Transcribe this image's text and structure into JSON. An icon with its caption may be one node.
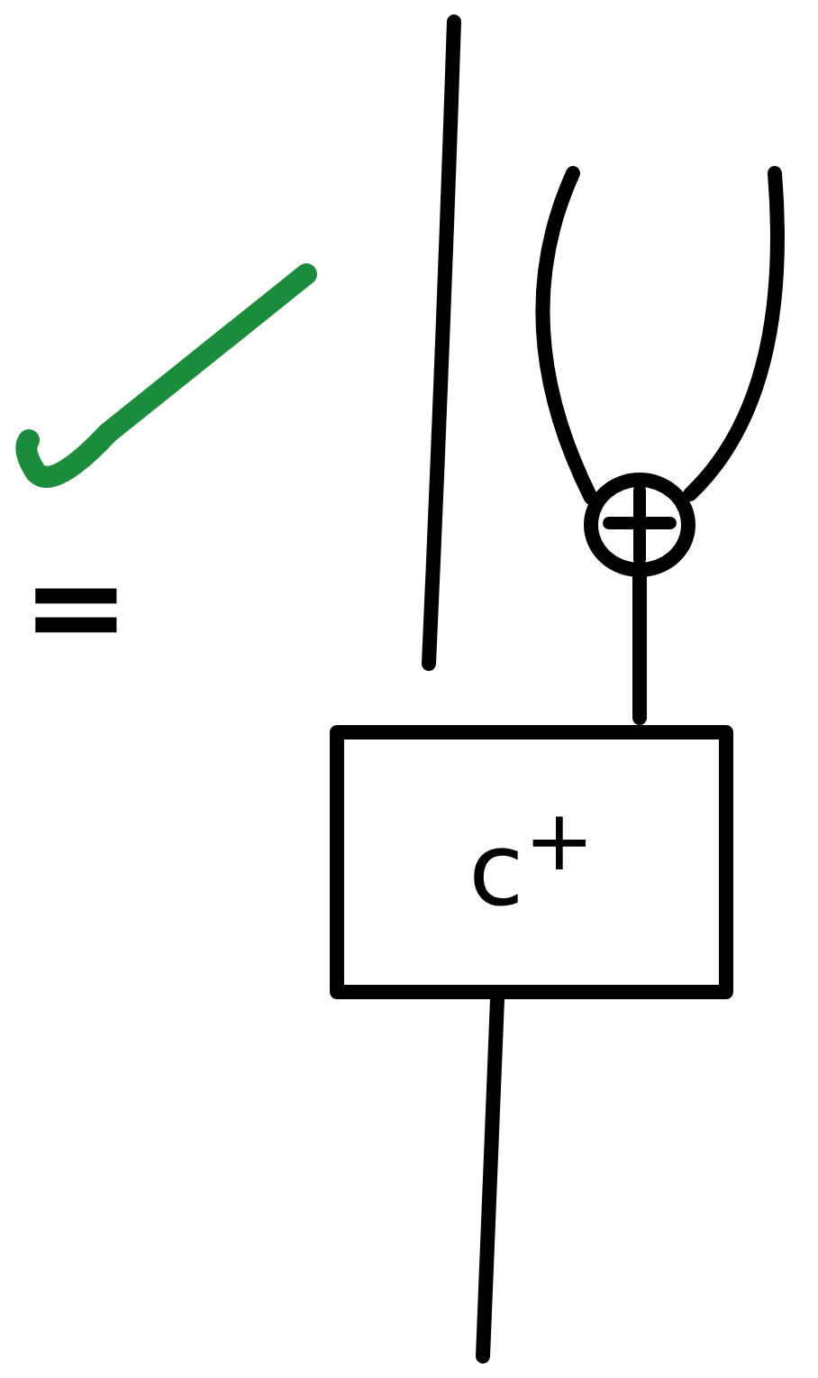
{
  "diagram": {
    "nodes": [
      {
        "text": [],
        "shape": "circle"
      },
      {
        "text": [
          "c$^{+}$"
        ]
      }
    ],
    "edges": [
      {
        "from": null,
        "to": 0,
        "arrow": "none"
      },
      {
        "from": null,
        "to": 0,
        "arrow": "none"
      },
      {
        "from": 0,
        "to": 1,
        "arrow": "none"
      },
      {
        "from": 1,
        "to": null,
        "arrow": "none"
      }
    ],
    "labels": [
      "="
    ]
  }
}
